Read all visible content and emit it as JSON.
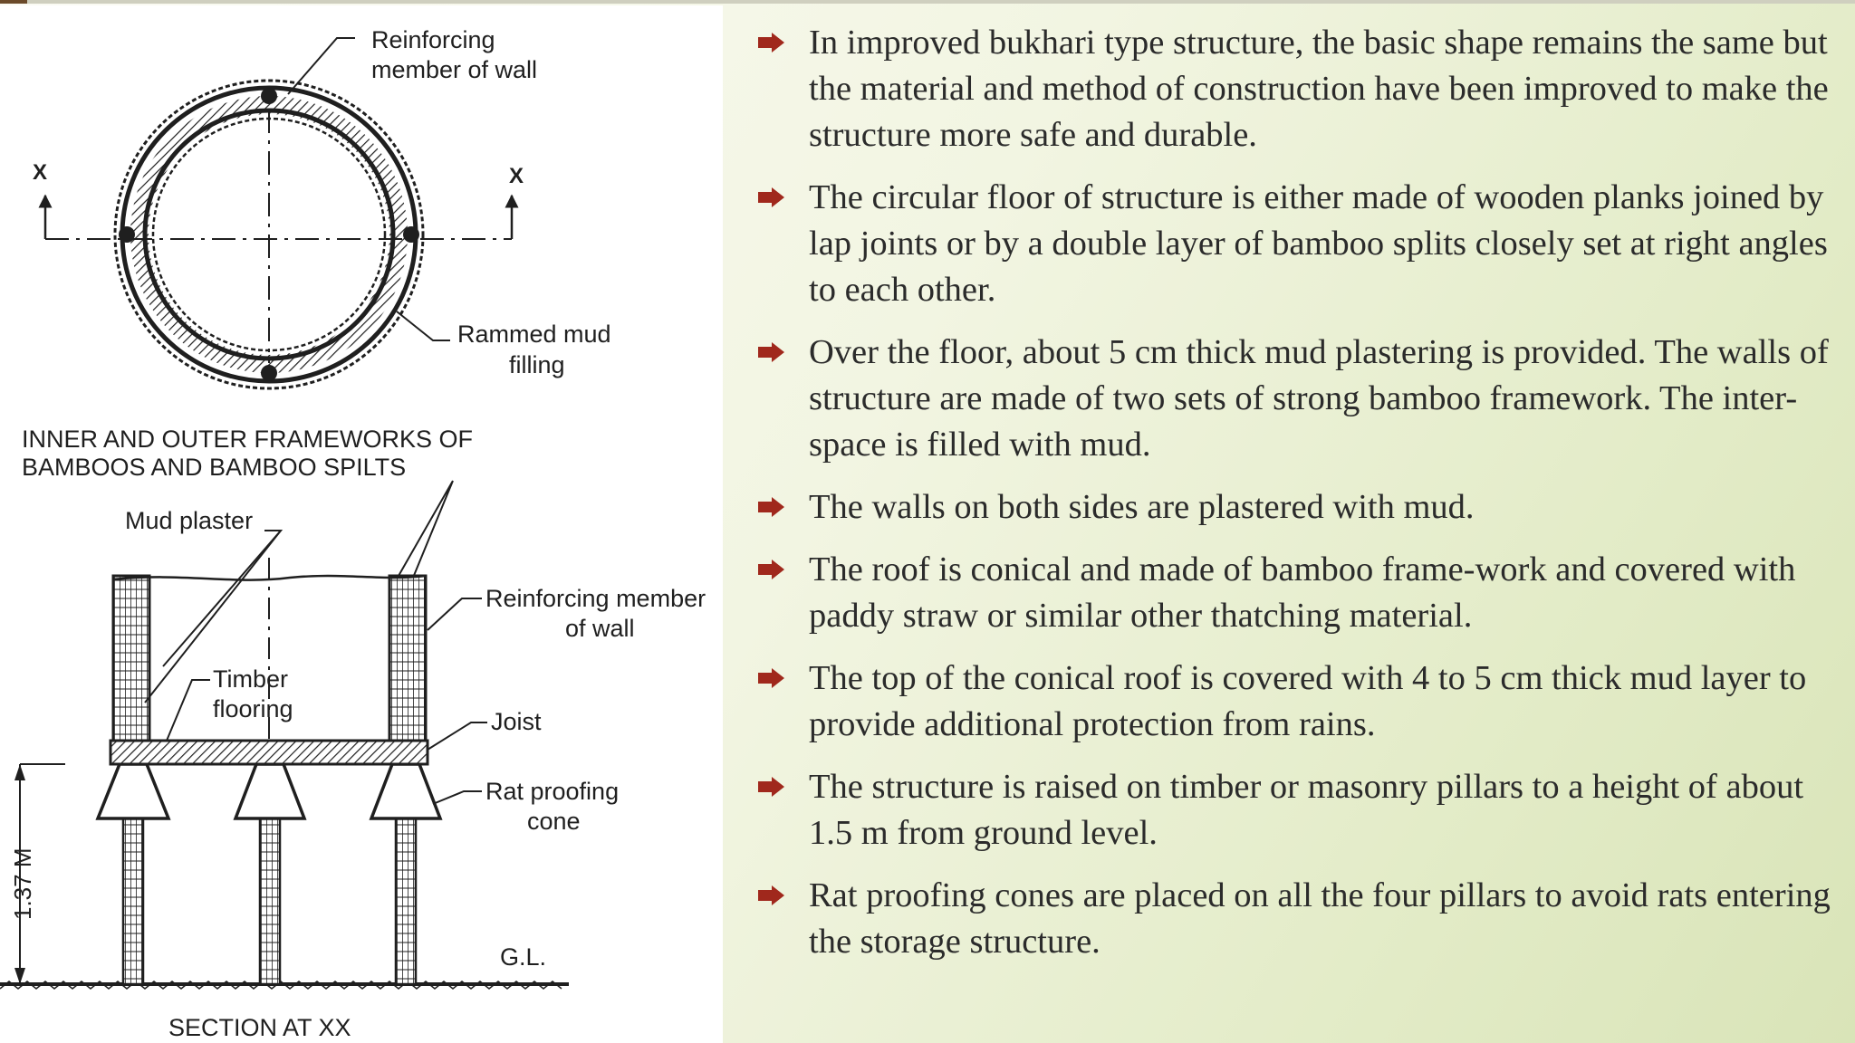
{
  "colors": {
    "bullet_marker": "#a0281c",
    "text": "#2b2b2b",
    "diagram_ink": "#1f1f1f"
  },
  "icons": {
    "bullet": "arrow-bullet-icon"
  },
  "diagram": {
    "plan": {
      "label_reinforcing_1": "Reinforcing",
      "label_reinforcing_2": "member of wall",
      "label_rammed_1": "Rammed mud",
      "label_rammed_2": "filling",
      "section_marker_left": "X",
      "section_marker_right": "X"
    },
    "caption_frameworks_1": "INNER AND OUTER FRAMEWORKS OF",
    "caption_frameworks_2": "BAMBOOS AND BAMBOO SPILTS",
    "section": {
      "label_mud_plaster": "Mud plaster",
      "label_reinforcing_1": "Reinforcing member",
      "label_reinforcing_2": "of wall",
      "label_timber_1": "Timber",
      "label_timber_2": "flooring",
      "label_joist": "Joist",
      "label_rat_1": "Rat proofing",
      "label_rat_2": "cone",
      "label_height": "1.37 M",
      "label_gl": "G.L.",
      "caption": "SECTION AT XX"
    }
  },
  "bullets": [
    " In improved bukhari type structure, the basic shape remains the same but the material and method of construction have been improved to make the structure more safe and durable.",
    "The circular floor of structure is either made of wooden planks joined by lap joints or by a double layer of bamboo splits closely set at right angles to each other.",
    "Over the floor, about 5 cm thick mud plastering is provided. The walls of structure are made of two sets of strong bamboo framework. The inter-space is filled with mud.",
    "The walls on both sides are plastered with mud.",
    "The roof is conical and made of bamboo frame-work and covered with paddy straw or similar other thatching material.",
    "The top of the conical roof is covered with 4 to 5 cm thick mud layer to provide additional protection from rains.",
    "The structure is raised on timber or masonry pillars to a height of about 1.5 m from ground level.",
    " Rat proofing cones are placed on all the four pillars to avoid rats entering the storage structure."
  ]
}
